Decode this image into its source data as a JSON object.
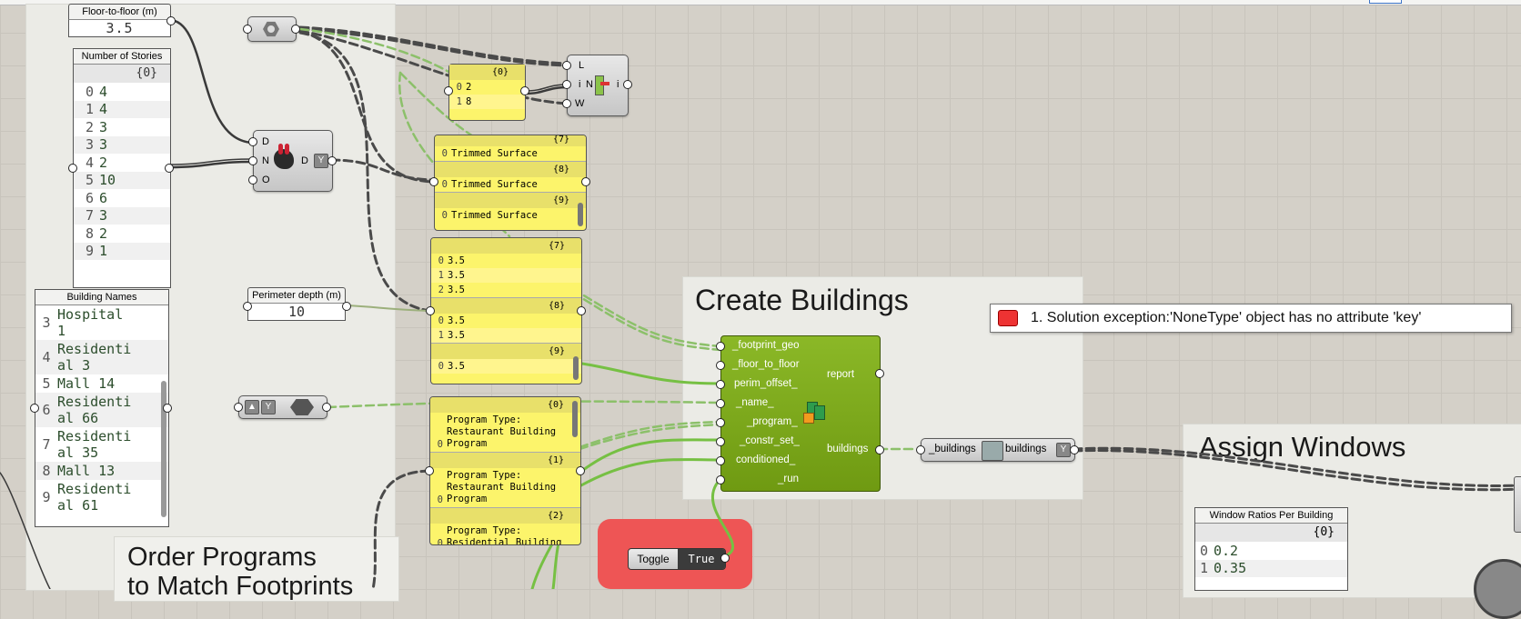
{
  "floor_to_floor": {
    "title": "Floor-to-floor (m)",
    "value": "3.5"
  },
  "number_of_stories": {
    "title": "Number of Stories",
    "branch": "{0}",
    "rows": [
      {
        "i": "0",
        "v": "4"
      },
      {
        "i": "1",
        "v": "4"
      },
      {
        "i": "2",
        "v": "3"
      },
      {
        "i": "3",
        "v": "3"
      },
      {
        "i": "4",
        "v": "2"
      },
      {
        "i": "5",
        "v": "10"
      },
      {
        "i": "6",
        "v": "6"
      },
      {
        "i": "7",
        "v": "3"
      },
      {
        "i": "8",
        "v": "2"
      },
      {
        "i": "9",
        "v": "1"
      }
    ]
  },
  "building_names": {
    "title": "Building Names",
    "rows": [
      {
        "i": "3",
        "v": "Hospital\n1"
      },
      {
        "i": "4",
        "v": "Residenti\nal 3"
      },
      {
        "i": "5",
        "v": "Mall 14"
      },
      {
        "i": "6",
        "v": "Residenti\nal 66"
      },
      {
        "i": "7",
        "v": "Residenti\nal 35"
      },
      {
        "i": "8",
        "v": "Mall 13"
      },
      {
        "i": "9",
        "v": "Residenti\nal 61"
      }
    ]
  },
  "duplicate_component": {
    "inputs": [
      "D",
      "N",
      "O"
    ],
    "output": "D"
  },
  "weave_component": {
    "inputs": [
      "L",
      "i",
      "W"
    ],
    "output": "i",
    "center": "N"
  },
  "small_panel": {
    "branch": "{0}",
    "rows": [
      {
        "i": "0",
        "v": "2"
      },
      {
        "i": "1",
        "v": "8"
      }
    ]
  },
  "surface_panel": {
    "branches": [
      {
        "head": "{7}",
        "rows": [
          {
            "i": "0",
            "v": "Trimmed Surface"
          }
        ]
      },
      {
        "head": "{8}",
        "rows": [
          {
            "i": "0",
            "v": "Trimmed Surface"
          }
        ]
      },
      {
        "head": "{9}",
        "rows": [
          {
            "i": "0",
            "v": "Trimmed Surface"
          }
        ]
      }
    ]
  },
  "height_panel": {
    "branches": [
      {
        "head": "{7}",
        "rows": [
          {
            "i": "0",
            "v": "3.5"
          },
          {
            "i": "1",
            "v": "3.5"
          },
          {
            "i": "2",
            "v": "3.5"
          }
        ]
      },
      {
        "head": "{8}",
        "rows": [
          {
            "i": "0",
            "v": "3.5"
          },
          {
            "i": "1",
            "v": "3.5"
          }
        ]
      },
      {
        "head": "{9}",
        "rows": [
          {
            "i": "0",
            "v": "3.5"
          }
        ]
      }
    ]
  },
  "perimeter_depth": {
    "title": "Perimeter depth (m)",
    "value": "10"
  },
  "program_panel": {
    "branches": [
      {
        "head": "{0}",
        "i": "0",
        "lines": [
          "Program Type:",
          "Restaurant Building",
          "Program"
        ]
      },
      {
        "head": "{1}",
        "i": "0",
        "lines": [
          "Program Type:",
          "Restaurant Building",
          "Program"
        ]
      },
      {
        "head": "{2}",
        "i": "0",
        "lines": [
          "Program Type:",
          "Residential Building"
        ]
      }
    ]
  },
  "create_buildings": {
    "group_title": "Create Buildings",
    "inputs": [
      "_footprint_geo",
      "_floor_to_floor",
      "perim_offset_",
      "_name_",
      "_program_",
      "_constr_set_",
      "conditioned_",
      "_run"
    ],
    "outputs": [
      "report",
      "buildings"
    ]
  },
  "error_bubble": {
    "text": "1. Solution exception:'NoneType' object has no attribute 'key'"
  },
  "buildings_param": {
    "left": "_buildings",
    "right": "buildings"
  },
  "toggle": {
    "label": "Toggle",
    "value": "True"
  },
  "order_programs": {
    "title": "Order Programs\nto Match Footprints"
  },
  "assign_windows": {
    "title": "Assign Windows"
  },
  "window_ratios": {
    "title": "Window Ratios Per Building",
    "branch": "{0}",
    "rows": [
      {
        "i": "0",
        "v": "0.2"
      },
      {
        "i": "1",
        "v": "0.35"
      }
    ]
  },
  "colors": {
    "canvas": "#d4d0c8",
    "group": "#ebebe6",
    "component_green": "#7ea51a",
    "panel_yellow": "#fcf46b",
    "toggle_red": "#ee5555"
  }
}
